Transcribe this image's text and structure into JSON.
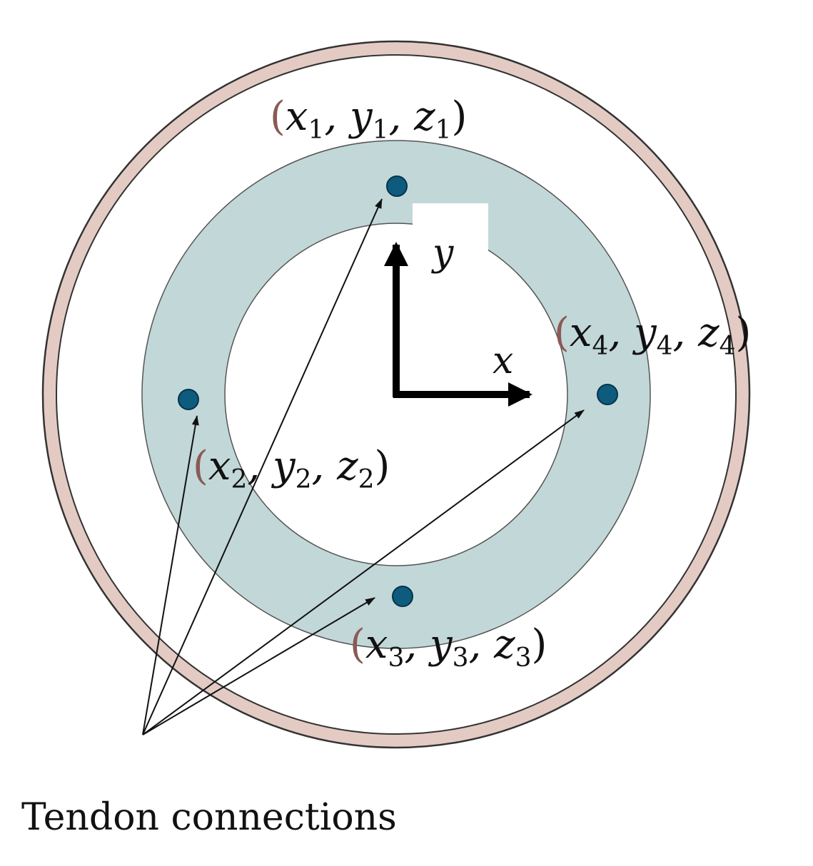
{
  "colors": {
    "outer_ring": "#e3cbc4",
    "ring_stroke": "#333333",
    "tendon_ring": "#c2d7d8",
    "tendon_dot": "#0d5b7d",
    "open_paren": "#8a5a55",
    "text": "#111111"
  },
  "points": [
    {
      "x": "x",
      "y": "y",
      "z": "z",
      "index": "1"
    },
    {
      "x": "x",
      "y": "y",
      "z": "z",
      "index": "2"
    },
    {
      "x": "x",
      "y": "y",
      "z": "z",
      "index": "3"
    },
    {
      "x": "x",
      "y": "y",
      "z": "z",
      "index": "4"
    }
  ],
  "axes": {
    "x_label": "x",
    "y_label": "y"
  },
  "caption": "Tendon connections"
}
